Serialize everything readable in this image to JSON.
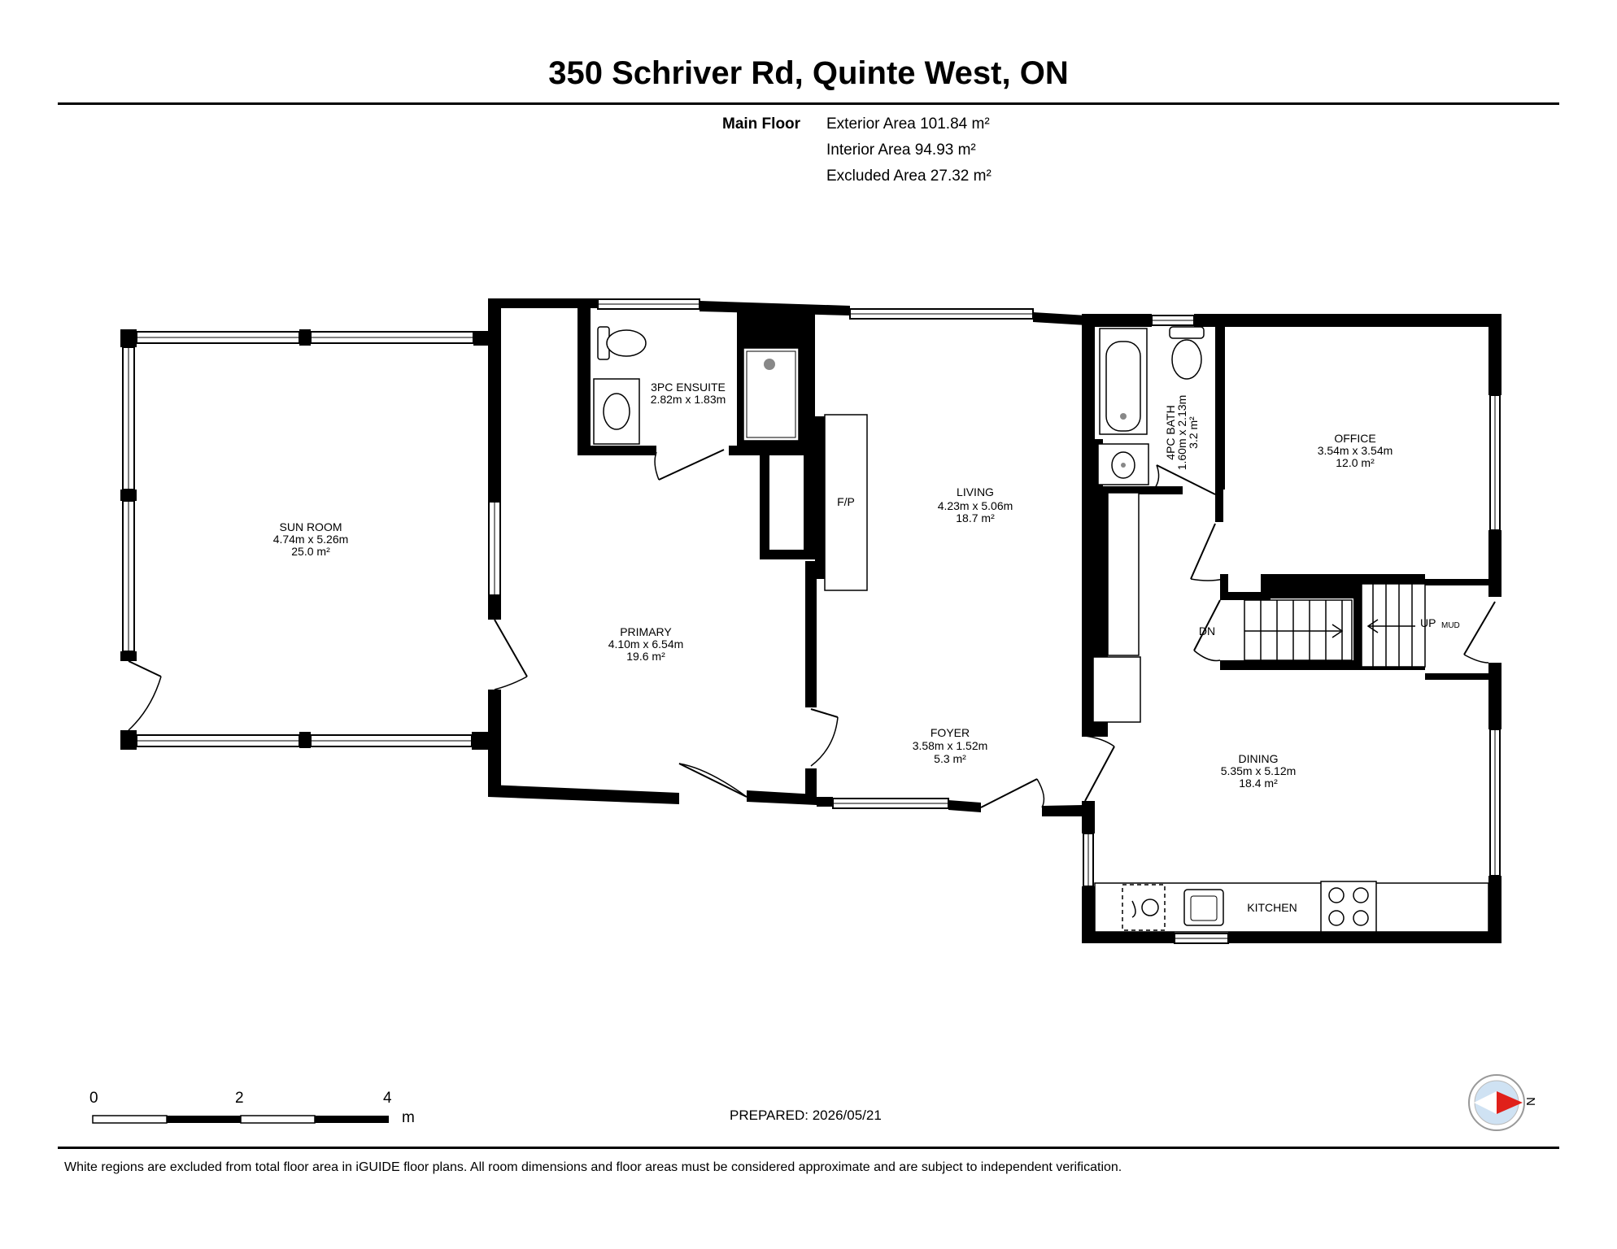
{
  "header": {
    "title": "350 Schriver Rd, Quinte West, ON",
    "floor_label": "Main Floor",
    "areas": [
      "Exterior Area 101.84 m²",
      "Interior Area 94.93 m²",
      "Excluded Area 27.32 m²"
    ]
  },
  "rooms": {
    "sun_room": {
      "name": "SUN ROOM",
      "dims": "4.74m x 5.26m",
      "area": "25.0 m²"
    },
    "primary": {
      "name": "PRIMARY",
      "dims": "4.10m x 6.54m",
      "area": "19.6 m²"
    },
    "ensuite": {
      "name": "3PC ENSUITE",
      "dims": "2.82m x 1.83m"
    },
    "living": {
      "name": "LIVING",
      "dims": "4.23m x 5.06m",
      "area": "18.7 m²"
    },
    "foyer": {
      "name": "FOYER",
      "dims": "3.58m x 1.52m",
      "area": "5.3 m²"
    },
    "bath": {
      "name": "4PC BATH",
      "dims": "1.60m x 2.13m",
      "area": "3.2 m²"
    },
    "office": {
      "name": "OFFICE",
      "dims": "3.54m x 3.54m",
      "area": "12.0 m²"
    },
    "dining": {
      "name": "DINING",
      "dims": "5.35m x 5.12m",
      "area": "18.4 m²"
    },
    "kitchen": {
      "name": "KITCHEN"
    }
  },
  "fixtures": {
    "fireplace": "F/P",
    "stairs_down": "DN",
    "stairs_up": "UP",
    "mud": "MUD"
  },
  "scale": {
    "ticks": [
      "0",
      "2",
      "4"
    ],
    "unit": "m"
  },
  "compass": {
    "label": "N"
  },
  "footer": {
    "prepared": "PREPARED: 2026/05/21",
    "disclaimer": "White regions are excluded from total floor area in iGUIDE floor plans. All room dimensions and floor areas must be considered approximate and are subject to independent verification."
  }
}
